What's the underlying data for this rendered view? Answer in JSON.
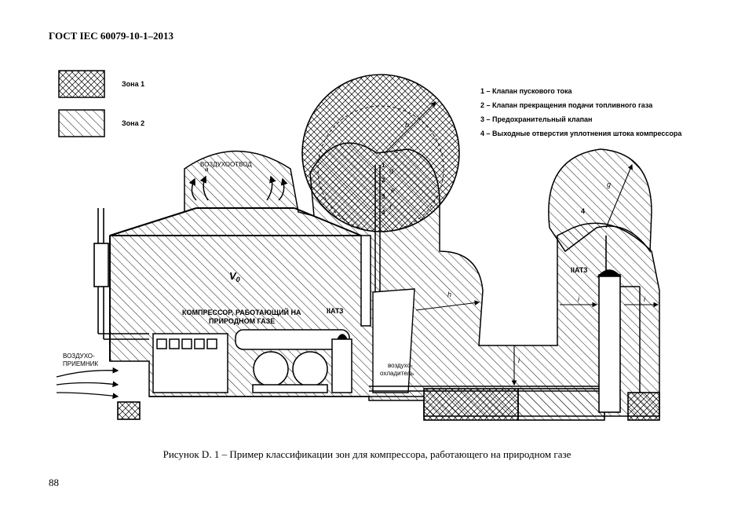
{
  "header": {
    "title": "ГОСТ IEC 60079-10-1–2013"
  },
  "legend": {
    "zone1": "Зона 1",
    "zone2": "Зона 2"
  },
  "key": [
    "1 – Клапан пускового тока",
    "2 – Клапан прекращения подачи топливного газа",
    "3 – Предохранительный клапан",
    "4 – Выходные отверстия уплотнения штока компрессора"
  ],
  "drawing": {
    "air_outlet": "ВОЗДУХООТВОД",
    "air_intake_line1": "ВОЗДУХО-",
    "air_intake_line2": "ПРИЕМНИК",
    "compressor_line1": "КОМПРЕССОР, РАБОТАЮЩИЙ НА",
    "compressor_line2": "ПРИРОДНОМ ГАЗЕ",
    "temp_class_left": "IIAT3",
    "temp_class_right": "IIAT3",
    "cooler_line1": "воздухо-",
    "cooler_line2": "охладитель",
    "volume_label": "V",
    "volume_sub": "0",
    "zone4_label": "4",
    "dims": {
      "a": "a",
      "b": "b",
      "c": "c",
      "d": "d",
      "e": "e",
      "f": "f",
      "g": "g",
      "h": "h",
      "i": "i"
    },
    "points": [
      "1",
      "2",
      "3",
      "4"
    ]
  },
  "caption": "Рисунок  D. 1 – Пример классификации зон для компрессора, работающего на природном газе",
  "page_number": "88"
}
